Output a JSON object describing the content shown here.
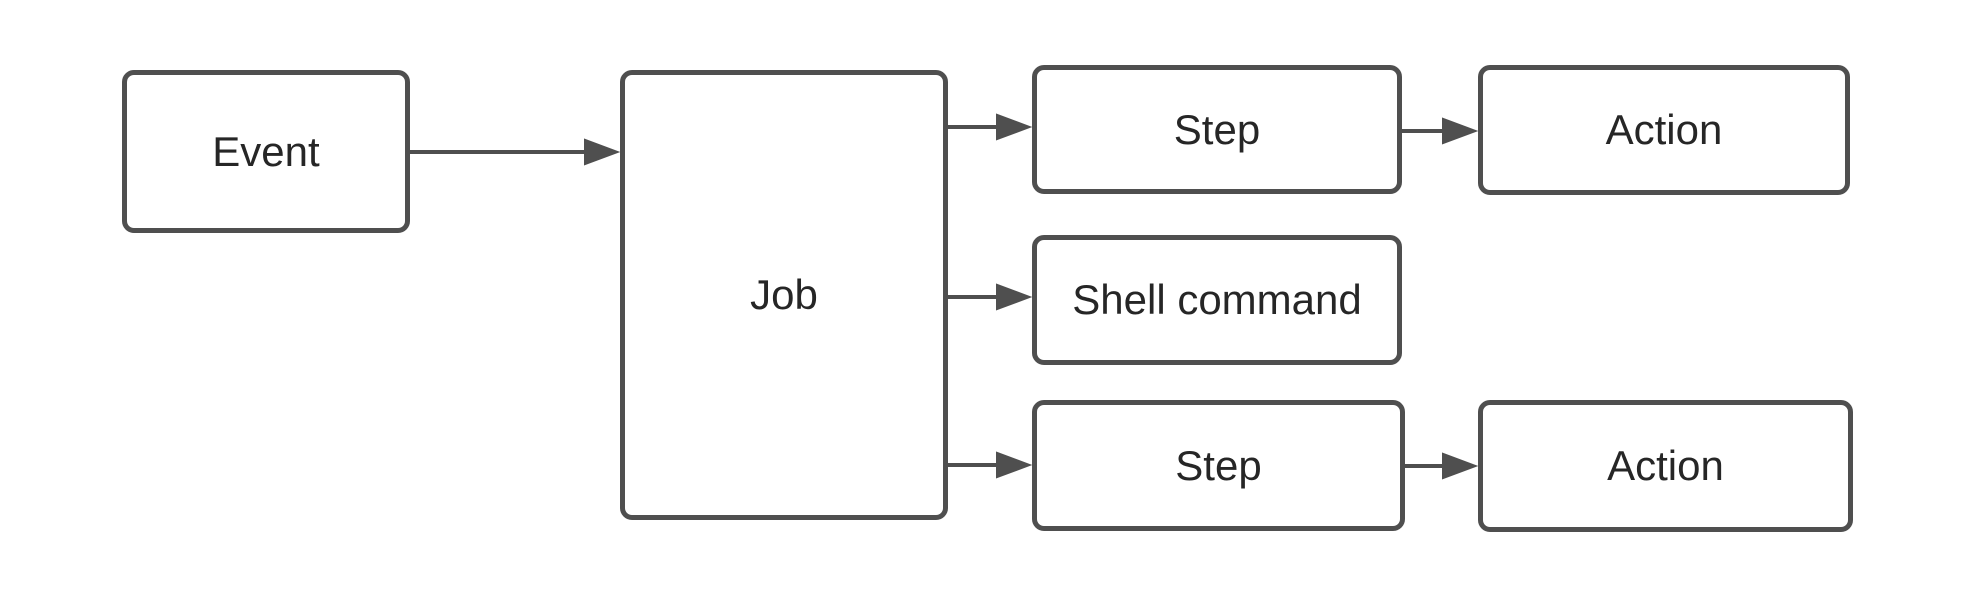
{
  "diagram": {
    "type": "flowchart",
    "background_color": "#ffffff",
    "stroke_color": "#4f4f4f",
    "text_color": "#262626",
    "node_fill_color": "#ffffff",
    "nodes": [
      {
        "id": "event",
        "label": "Event"
      },
      {
        "id": "job",
        "label": "Job"
      },
      {
        "id": "step-top",
        "label": "Step"
      },
      {
        "id": "action-top",
        "label": "Action"
      },
      {
        "id": "shell-command",
        "label": "Shell command"
      },
      {
        "id": "step-bottom",
        "label": "Step"
      },
      {
        "id": "action-bottom",
        "label": "Action"
      }
    ],
    "edges": [
      {
        "from": "event",
        "to": "job"
      },
      {
        "from": "job",
        "to": "step-top"
      },
      {
        "from": "job",
        "to": "shell-command"
      },
      {
        "from": "job",
        "to": "step-bottom"
      },
      {
        "from": "step-top",
        "to": "action-top"
      },
      {
        "from": "step-bottom",
        "to": "action-bottom"
      }
    ]
  }
}
